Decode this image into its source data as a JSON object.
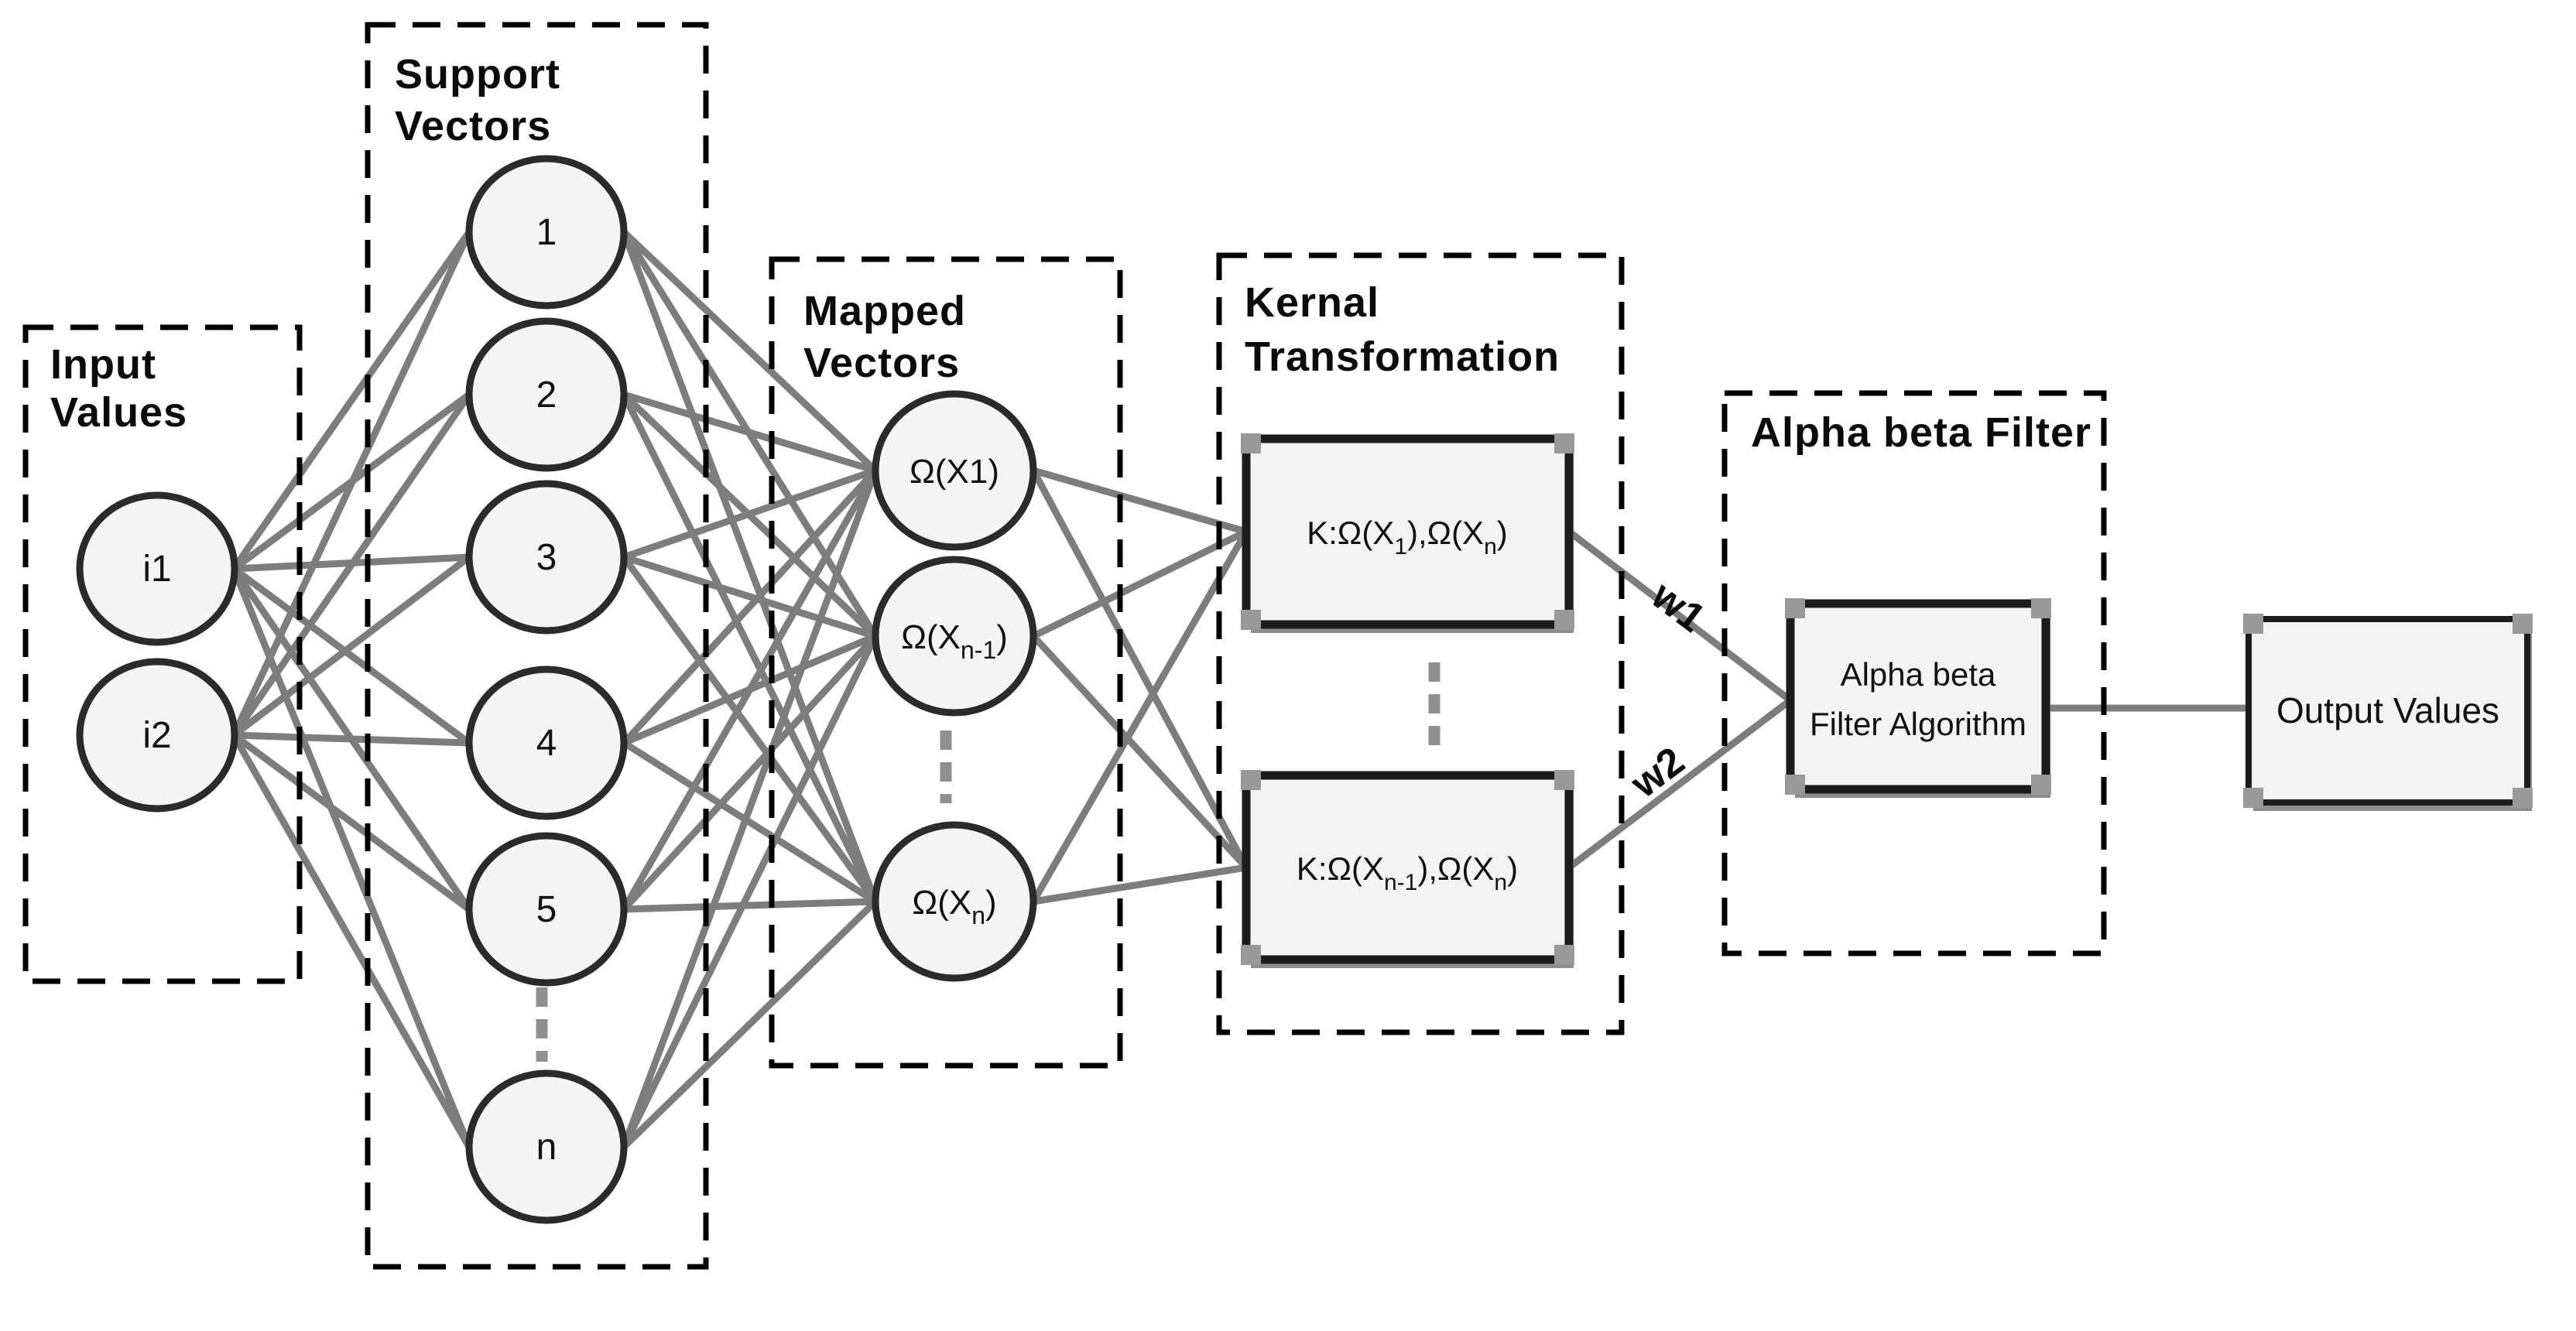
{
  "groups": {
    "input": {
      "title": [
        "Input",
        "Values"
      ],
      "nodes": [
        "i1",
        "i2"
      ]
    },
    "support": {
      "title": [
        "Support",
        "Vectors"
      ],
      "nodes": [
        "1",
        "2",
        "3",
        "4",
        "5",
        "n"
      ]
    },
    "mapped": {
      "title": [
        "Mapped",
        "Vectors"
      ],
      "nodes": [
        {
          "main": "Ω(X1)",
          "sub": "",
          "close": ""
        },
        {
          "main": "Ω(X",
          "sub": "n-1",
          "close": ")"
        },
        {
          "main": "Ω(X",
          "sub": "n",
          "close": ")"
        }
      ]
    },
    "kernel": {
      "title": [
        "Kernal",
        "Transformation"
      ],
      "boxes": [
        {
          "pre": "K:Ω(X",
          "sub1": "1",
          "mid": "),Ω(X",
          "sub2": "n",
          "close": ")"
        },
        {
          "pre": "K:Ω(X",
          "sub1": "n-1",
          "mid": "),Ω(X",
          "sub2": "n",
          "close": ")"
        }
      ]
    },
    "alpha": {
      "title": "Alpha beta Filter",
      "box": [
        "Alpha beta",
        "Filter Algorithm"
      ]
    },
    "output": {
      "label": "Output Values"
    }
  },
  "weights": [
    "w1",
    "w2"
  ],
  "colors": {
    "edge": "#7d7d7d",
    "node_fill": "#f4f4f4",
    "node_stroke": "#2b2b2b",
    "box_fill": "#f3f3f3",
    "box_stroke": "#1c1c1c",
    "dashed": "#000000",
    "corner": "#999999",
    "shadow": "#8d8d8d",
    "ellipsis": "#8f8f8f"
  }
}
